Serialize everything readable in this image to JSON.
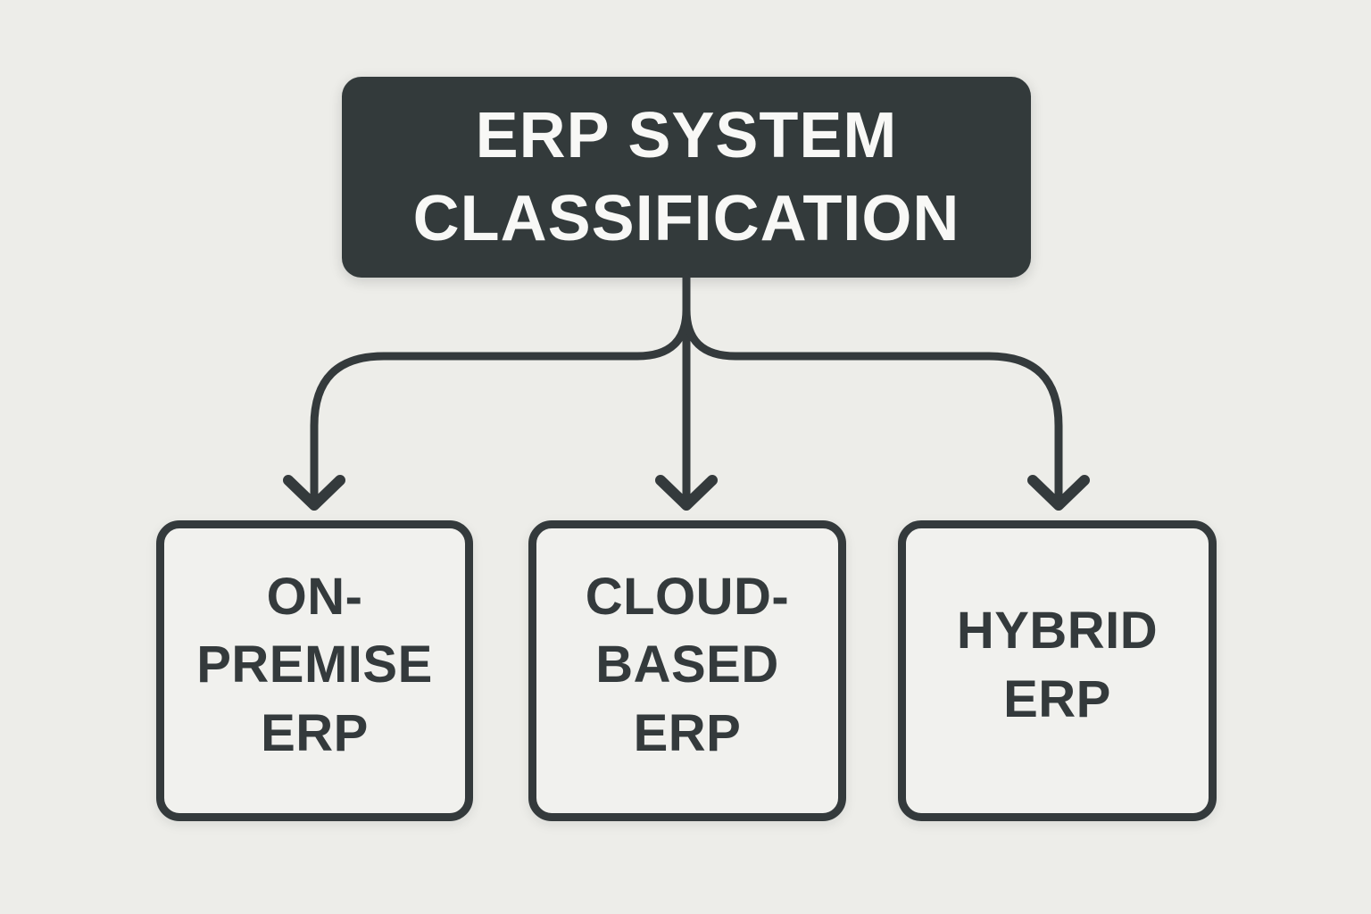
{
  "colors": {
    "background": "#EDEDE9",
    "ink": "#343A3C",
    "root_fill": "#333A3B",
    "root_text": "#F8F8F6",
    "node_fill": "#F1F1EE"
  },
  "diagram": {
    "type": "flowchart-tree",
    "root": {
      "id": "erp-system-classification",
      "label": "ERP SYSTEM\nCLASSIFICATION"
    },
    "children": [
      {
        "id": "on-premise-erp",
        "label": "ON-\nPREMISE\nERP"
      },
      {
        "id": "cloud-based-erp",
        "label": "CLOUD-\nBASED\nERP"
      },
      {
        "id": "hybrid-erp",
        "label": "HYBRID\nERP"
      }
    ]
  }
}
